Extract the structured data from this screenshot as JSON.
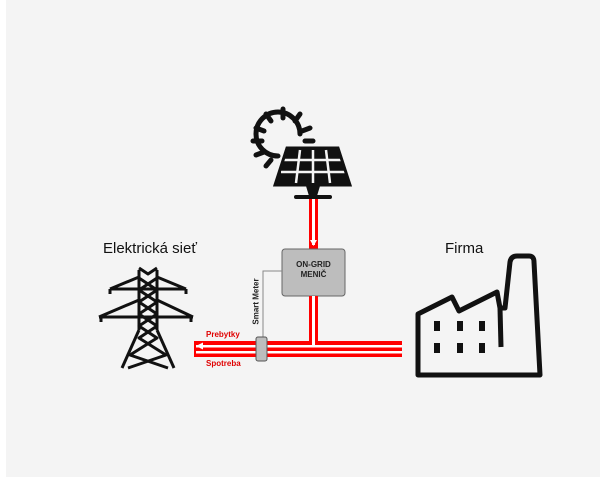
{
  "diagram": {
    "title": "On-grid solar system diagram",
    "grid_label": "Elektrická sieť",
    "company_label": "Firma",
    "inverter_label_line1": "ON-GRID",
    "inverter_label_line2": "MENIČ",
    "meter_label": "Smart Meter",
    "export_label": "Prebytky",
    "import_label": "Spotreba",
    "colors": {
      "power_line": "#ff0000",
      "inverter_fill": "#bdbdbd",
      "icon_stroke": "#111111",
      "background": "#f4f4f4"
    }
  }
}
